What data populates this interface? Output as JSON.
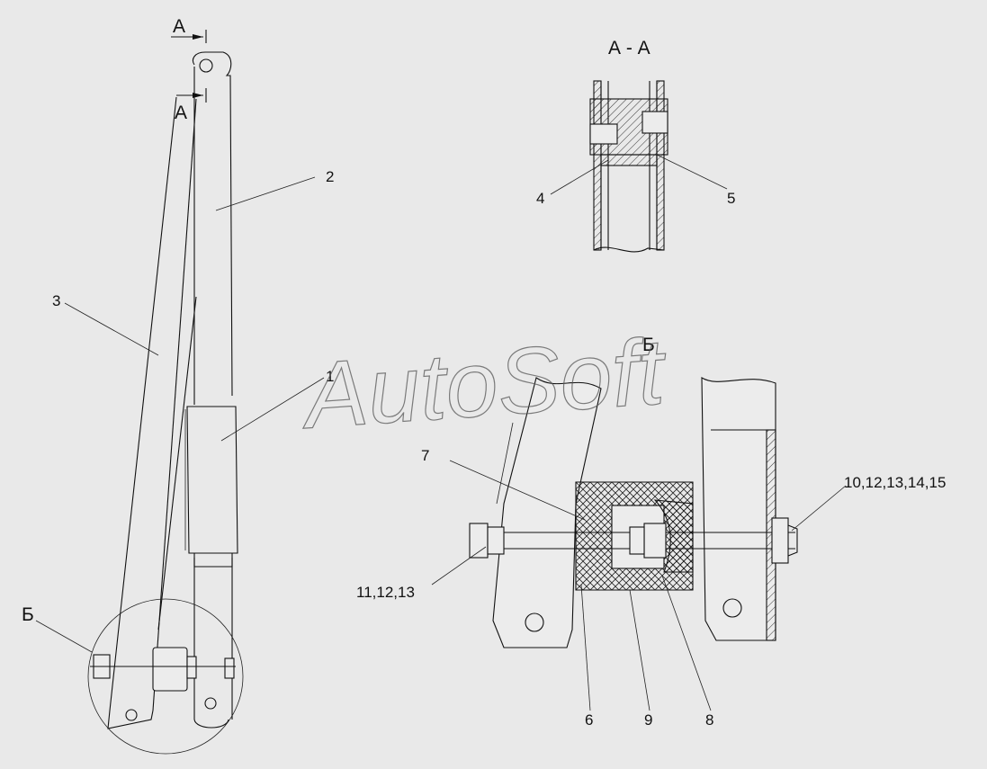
{
  "watermark": "AutoSoft",
  "section_titles": {
    "section_a": "А - А",
    "view_b": "Б"
  },
  "section_marks": {
    "upper": "А",
    "lower": "А",
    "callout_b": "Б"
  },
  "callouts": {
    "p1": "1",
    "p2": "2",
    "p3": "3",
    "p4": "4",
    "p5": "5",
    "p6": "6",
    "p7": "7",
    "p8": "8",
    "p9": "9",
    "p10": "10,12,13,14,15",
    "p11": "11,12,13"
  },
  "colors": {
    "background": "#e9e9e9",
    "ink": "#111111"
  }
}
